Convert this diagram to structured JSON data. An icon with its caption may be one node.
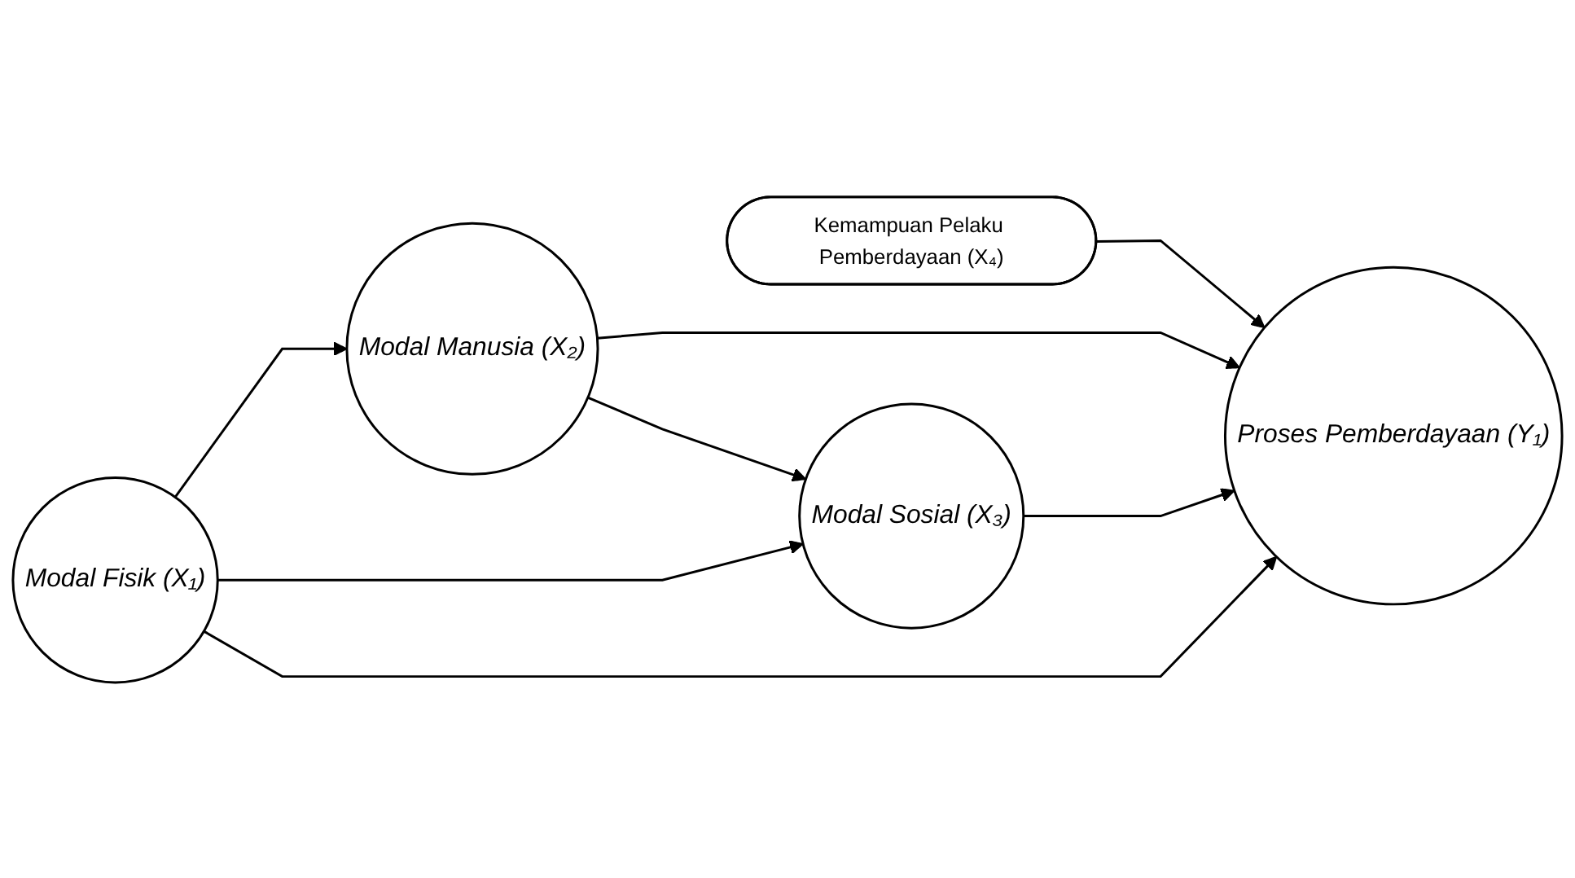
{
  "diagram": {
    "nodes": [
      {
        "text": [
          "Modal Manusia (X₂)"
        ]
      },
      {
        "text": [
          "Kemampuan Pelaku Pemberdayaan (X₄)"
        ]
      },
      {
        "text": [
          "Modal Sosial (X₃)"
        ]
      },
      {
        "text": [
          "Proses Pemberdayaan (Y₁)"
        ]
      },
      {
        "text": [
          "Modal Fisik (X₁)"
        ]
      }
    ],
    "edges": [
      {
        "from": 1,
        "to": 3,
        "arrow": "to"
      },
      {
        "from": 0,
        "to": 3,
        "arrow": "to"
      },
      {
        "from": 0,
        "to": 2,
        "arrow": "to"
      },
      {
        "from": 4,
        "to": 0,
        "arrow": "to"
      },
      {
        "from": 4,
        "to": 2,
        "arrow": "to"
      },
      {
        "from": 2,
        "to": 3,
        "arrow": "to"
      },
      {
        "from": 4,
        "to": 3,
        "arrow": "to"
      }
    ]
  }
}
